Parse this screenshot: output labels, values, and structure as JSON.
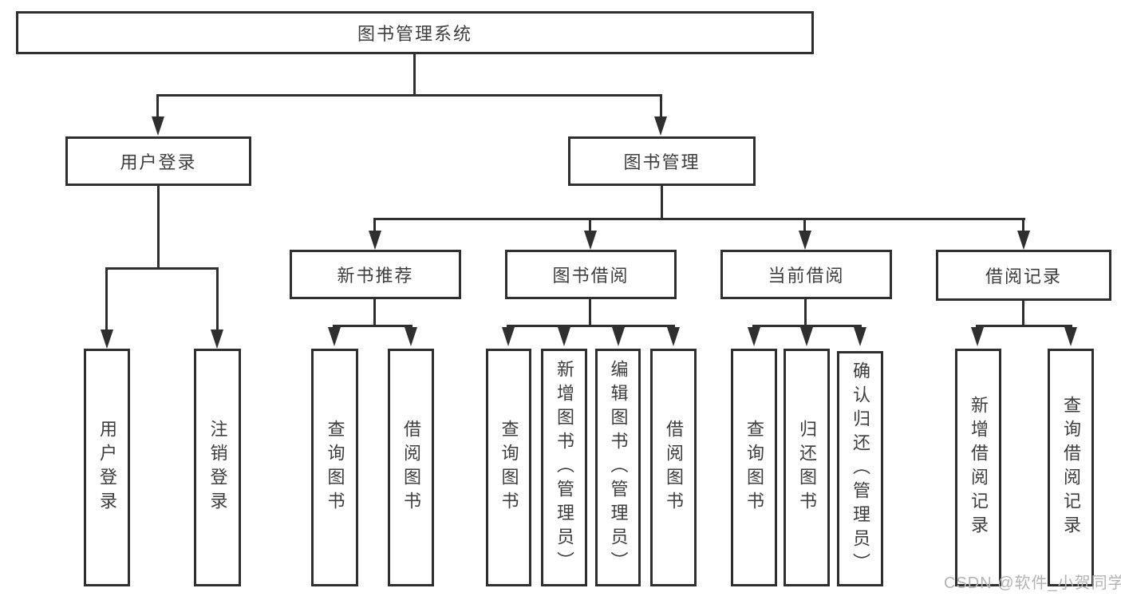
{
  "colors": {
    "line": "#2f2f2f",
    "text": "#3d3d3d",
    "bg": "#ffffff",
    "watermark": "#b3b3b3"
  },
  "root": {
    "label": "图书管理系统"
  },
  "level2": [
    {
      "id": "user-login",
      "label": "用户登录"
    },
    {
      "id": "book-management",
      "label": "图书管理"
    }
  ],
  "level3": [
    {
      "id": "new-book-recommend",
      "label": "新书推荐"
    },
    {
      "id": "book-borrow",
      "label": "图书借阅"
    },
    {
      "id": "current-borrow",
      "label": "当前借阅"
    },
    {
      "id": "borrow-records",
      "label": "借阅记录"
    }
  ],
  "level4": [
    {
      "id": "user-login-leaf",
      "label": "用户登录"
    },
    {
      "id": "logout-leaf",
      "label": "注销登录"
    },
    {
      "id": "query-books-recommend",
      "label": "查询图书"
    },
    {
      "id": "borrow-books-recommend",
      "label": "借阅图书"
    },
    {
      "id": "query-books-borrow",
      "label": "查询图书"
    },
    {
      "id": "add-books-admin",
      "label": "新增图书（管理员）"
    },
    {
      "id": "edit-books-admin",
      "label": "编辑图书（管理员）"
    },
    {
      "id": "borrow-books-borrow",
      "label": "借阅图书"
    },
    {
      "id": "query-books-current",
      "label": "查询图书"
    },
    {
      "id": "return-books",
      "label": "归还图书"
    },
    {
      "id": "confirm-return-admin",
      "label": "确认归还（管理员）"
    },
    {
      "id": "add-borrow-record",
      "label": "新增借阅记录"
    },
    {
      "id": "query-borrow-record",
      "label": "查询借阅记录"
    }
  ],
  "watermark": {
    "text": "CSDN @软件_小贺同学"
  }
}
